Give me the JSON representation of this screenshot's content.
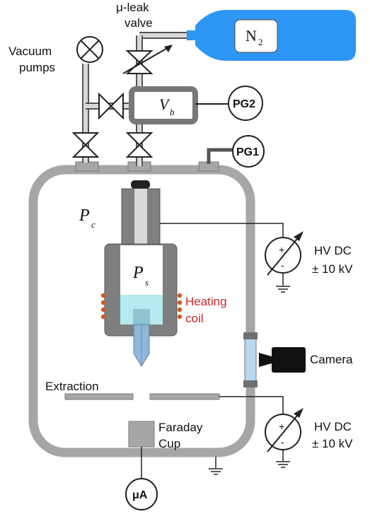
{
  "labels": {
    "leak_valve_line1": "μ-leak",
    "leak_valve_line2": "valve",
    "vacuum_line1": "Vacuum",
    "vacuum_line2": "pumps",
    "gas_base": "N",
    "gas_sub": "2",
    "vb_main": "V",
    "vb_sub": "b",
    "pg2": "PG2",
    "pg1": "PG1",
    "pc_main": "P",
    "pc_sub": "c",
    "ps_main": "P",
    "ps_sub": "s",
    "heating_line1": "Heating",
    "heating_line2": "coil",
    "camera": "Camera",
    "extraction": "Extraction",
    "faraday_line1": "Faraday",
    "faraday_line2": "Cup",
    "ammeter": "μA",
    "hv1_line1": "HV DC",
    "hv1_line2": "± 10 kV",
    "hv2_line1": "HV DC",
    "hv2_line2": "± 10 kV",
    "plus": "+",
    "minus": "-"
  },
  "colors": {
    "wall": "#a6a6a6",
    "wall_dark": "#6f6f6f",
    "source_body": "#7f7f7f",
    "liquid": "#b4eaf0",
    "needle": "#8fb7dc",
    "coil": "#d05a24",
    "heating_text": "#c8282a",
    "gas_bottle": "#2e96f5",
    "window": "#b9d7f0"
  },
  "icons": [
    "vacuum-pump-icon",
    "leak-valve-icon",
    "gas-bottle-icon",
    "valve-icon",
    "pressure-gauge-icon",
    "camera-icon",
    "hv-source-icon",
    "ground-icon",
    "ammeter-icon"
  ]
}
